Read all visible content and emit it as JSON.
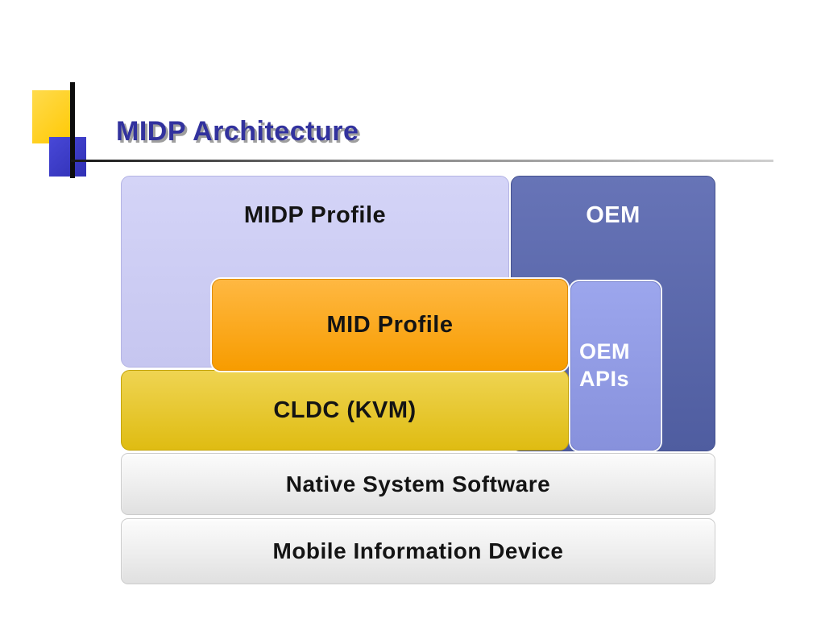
{
  "title": "MIDP Architecture",
  "diagram": {
    "midp_profile": {
      "label": "MIDP Profile",
      "bg": "#cacaf2",
      "text_color": "#000000"
    },
    "oem": {
      "label": "OEM",
      "bg": "#5b69ab",
      "text_color": "#ffffff"
    },
    "mid_profile": {
      "label": "MID Profile",
      "bg": "#fba414",
      "text_color": "#000000"
    },
    "oem_apis": {
      "label": "OEM APIs",
      "bg": "#929ce4",
      "text_color": "#ffffff"
    },
    "cldc": {
      "label": "CLDC (KVM)",
      "bg": "#e7c628",
      "text_color": "#000000"
    },
    "native_system": {
      "label": "Native System Software",
      "bg": "#ebebeb",
      "text_color": "#000000"
    },
    "mobile_device": {
      "label": "Mobile Information Device",
      "bg": "#e9e9e9",
      "text_color": "#000000"
    }
  },
  "decoration": {
    "yellow_square": "#ffcc00",
    "blue_square": "#3b3bcc",
    "vertical_line": "#0d0d0d",
    "title_color": "#32329e",
    "title_shadow": "#9e9e9e"
  }
}
